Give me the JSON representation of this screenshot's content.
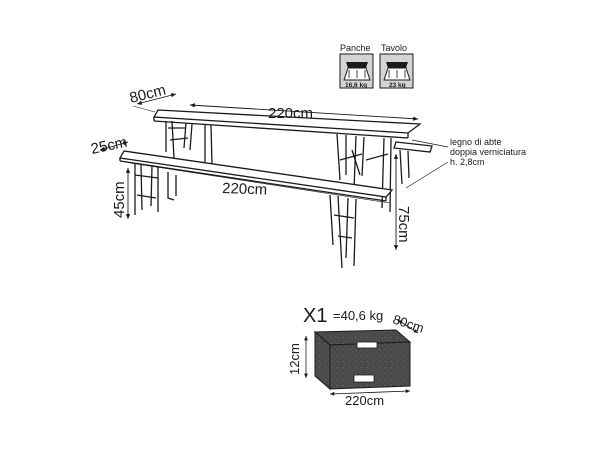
{
  "weights": {
    "benches": {
      "label": "Panche",
      "value": "16,6 kg"
    },
    "table": {
      "label": "Tavolo",
      "value": "23 kg"
    }
  },
  "dimensions": {
    "table_depth": "80cm",
    "table_length": "220cm",
    "bench_depth": "25cm",
    "bench_length": "220cm",
    "bench_height": "45cm",
    "table_height": "75cm"
  },
  "material_note": [
    "legno di abte",
    "doppia verniciatura",
    "h. 2,8cm"
  ],
  "package": {
    "quantity": "X1",
    "weight": "=40,6 kg",
    "depth": "80cm",
    "height": "12cm",
    "length": "220cm"
  },
  "colors": {
    "line": "#1a1a1a",
    "box_dark": "#4a4a4a",
    "icon_bg": "#d4d4d4"
  }
}
